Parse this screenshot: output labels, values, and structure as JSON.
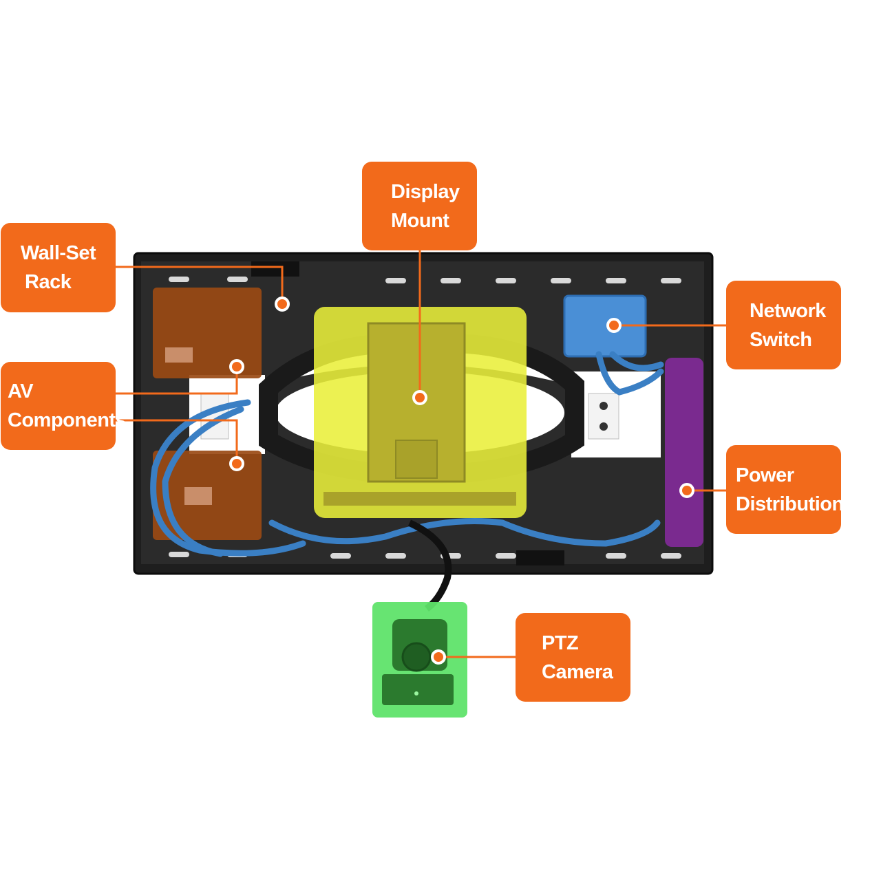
{
  "callouts": {
    "wall_set_rack": {
      "line1": "Wall-Set",
      "line2": "Rack"
    },
    "display_mount": {
      "line1": "Display",
      "line2": "Mount"
    },
    "network_switch": {
      "line1": "Network",
      "line2": "Switch"
    },
    "av_components": {
      "line1": "AV",
      "line2": "Components"
    },
    "power_distribution": {
      "line1": "Power",
      "line2": "Distribution"
    },
    "ptz_camera": {
      "line1": "PTZ",
      "line2": "Camera"
    }
  },
  "colors": {
    "callout": "#f26a1b",
    "leader": "#f26a1b",
    "rack_panel": "#2b2b2b",
    "display_mount_highlight": "#e9ef3a",
    "network_switch_highlight": "#4a8fd6",
    "power_distribution_highlight": "#7a2a8f",
    "av_components_highlight": "#9a4a14",
    "ptz_camera_highlight": "#5fe36a",
    "cable": "#3a7fc4"
  }
}
